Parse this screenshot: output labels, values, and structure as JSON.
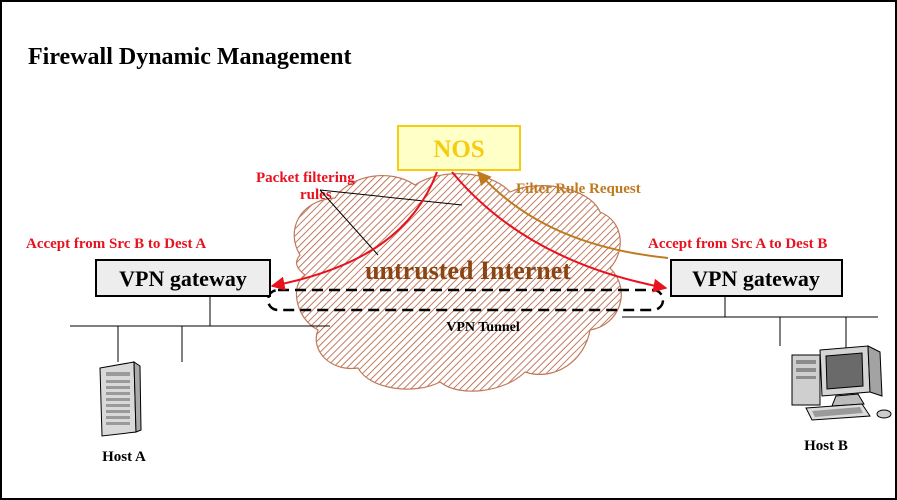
{
  "title": "Firewall Dynamic Management",
  "nos": {
    "label": "NOS"
  },
  "cloud": {
    "label": "untrusted Internet"
  },
  "tunnel": {
    "label": "VPN Tunnel"
  },
  "gateway_left": {
    "label": "VPN gateway",
    "rule": "Accept from Src B to Dest A"
  },
  "gateway_right": {
    "label": "VPN gateway",
    "rule": "Accept from Src A to Dest B"
  },
  "packet_rules": {
    "line1": "Packet filtering",
    "line2": "rules"
  },
  "request": {
    "label": "Filter Rule Request"
  },
  "host_a": {
    "label": "Host A"
  },
  "host_b": {
    "label": "Host B"
  },
  "colors": {
    "rule_red": "#e8121e",
    "request_brown": "#c07a1e",
    "nos_text": "#f5cd10",
    "nos_fill": "#ffffc8",
    "cloud_brown": "#8b4513",
    "hatch": "#b05a3a",
    "gateway_fill": "#ededed"
  }
}
